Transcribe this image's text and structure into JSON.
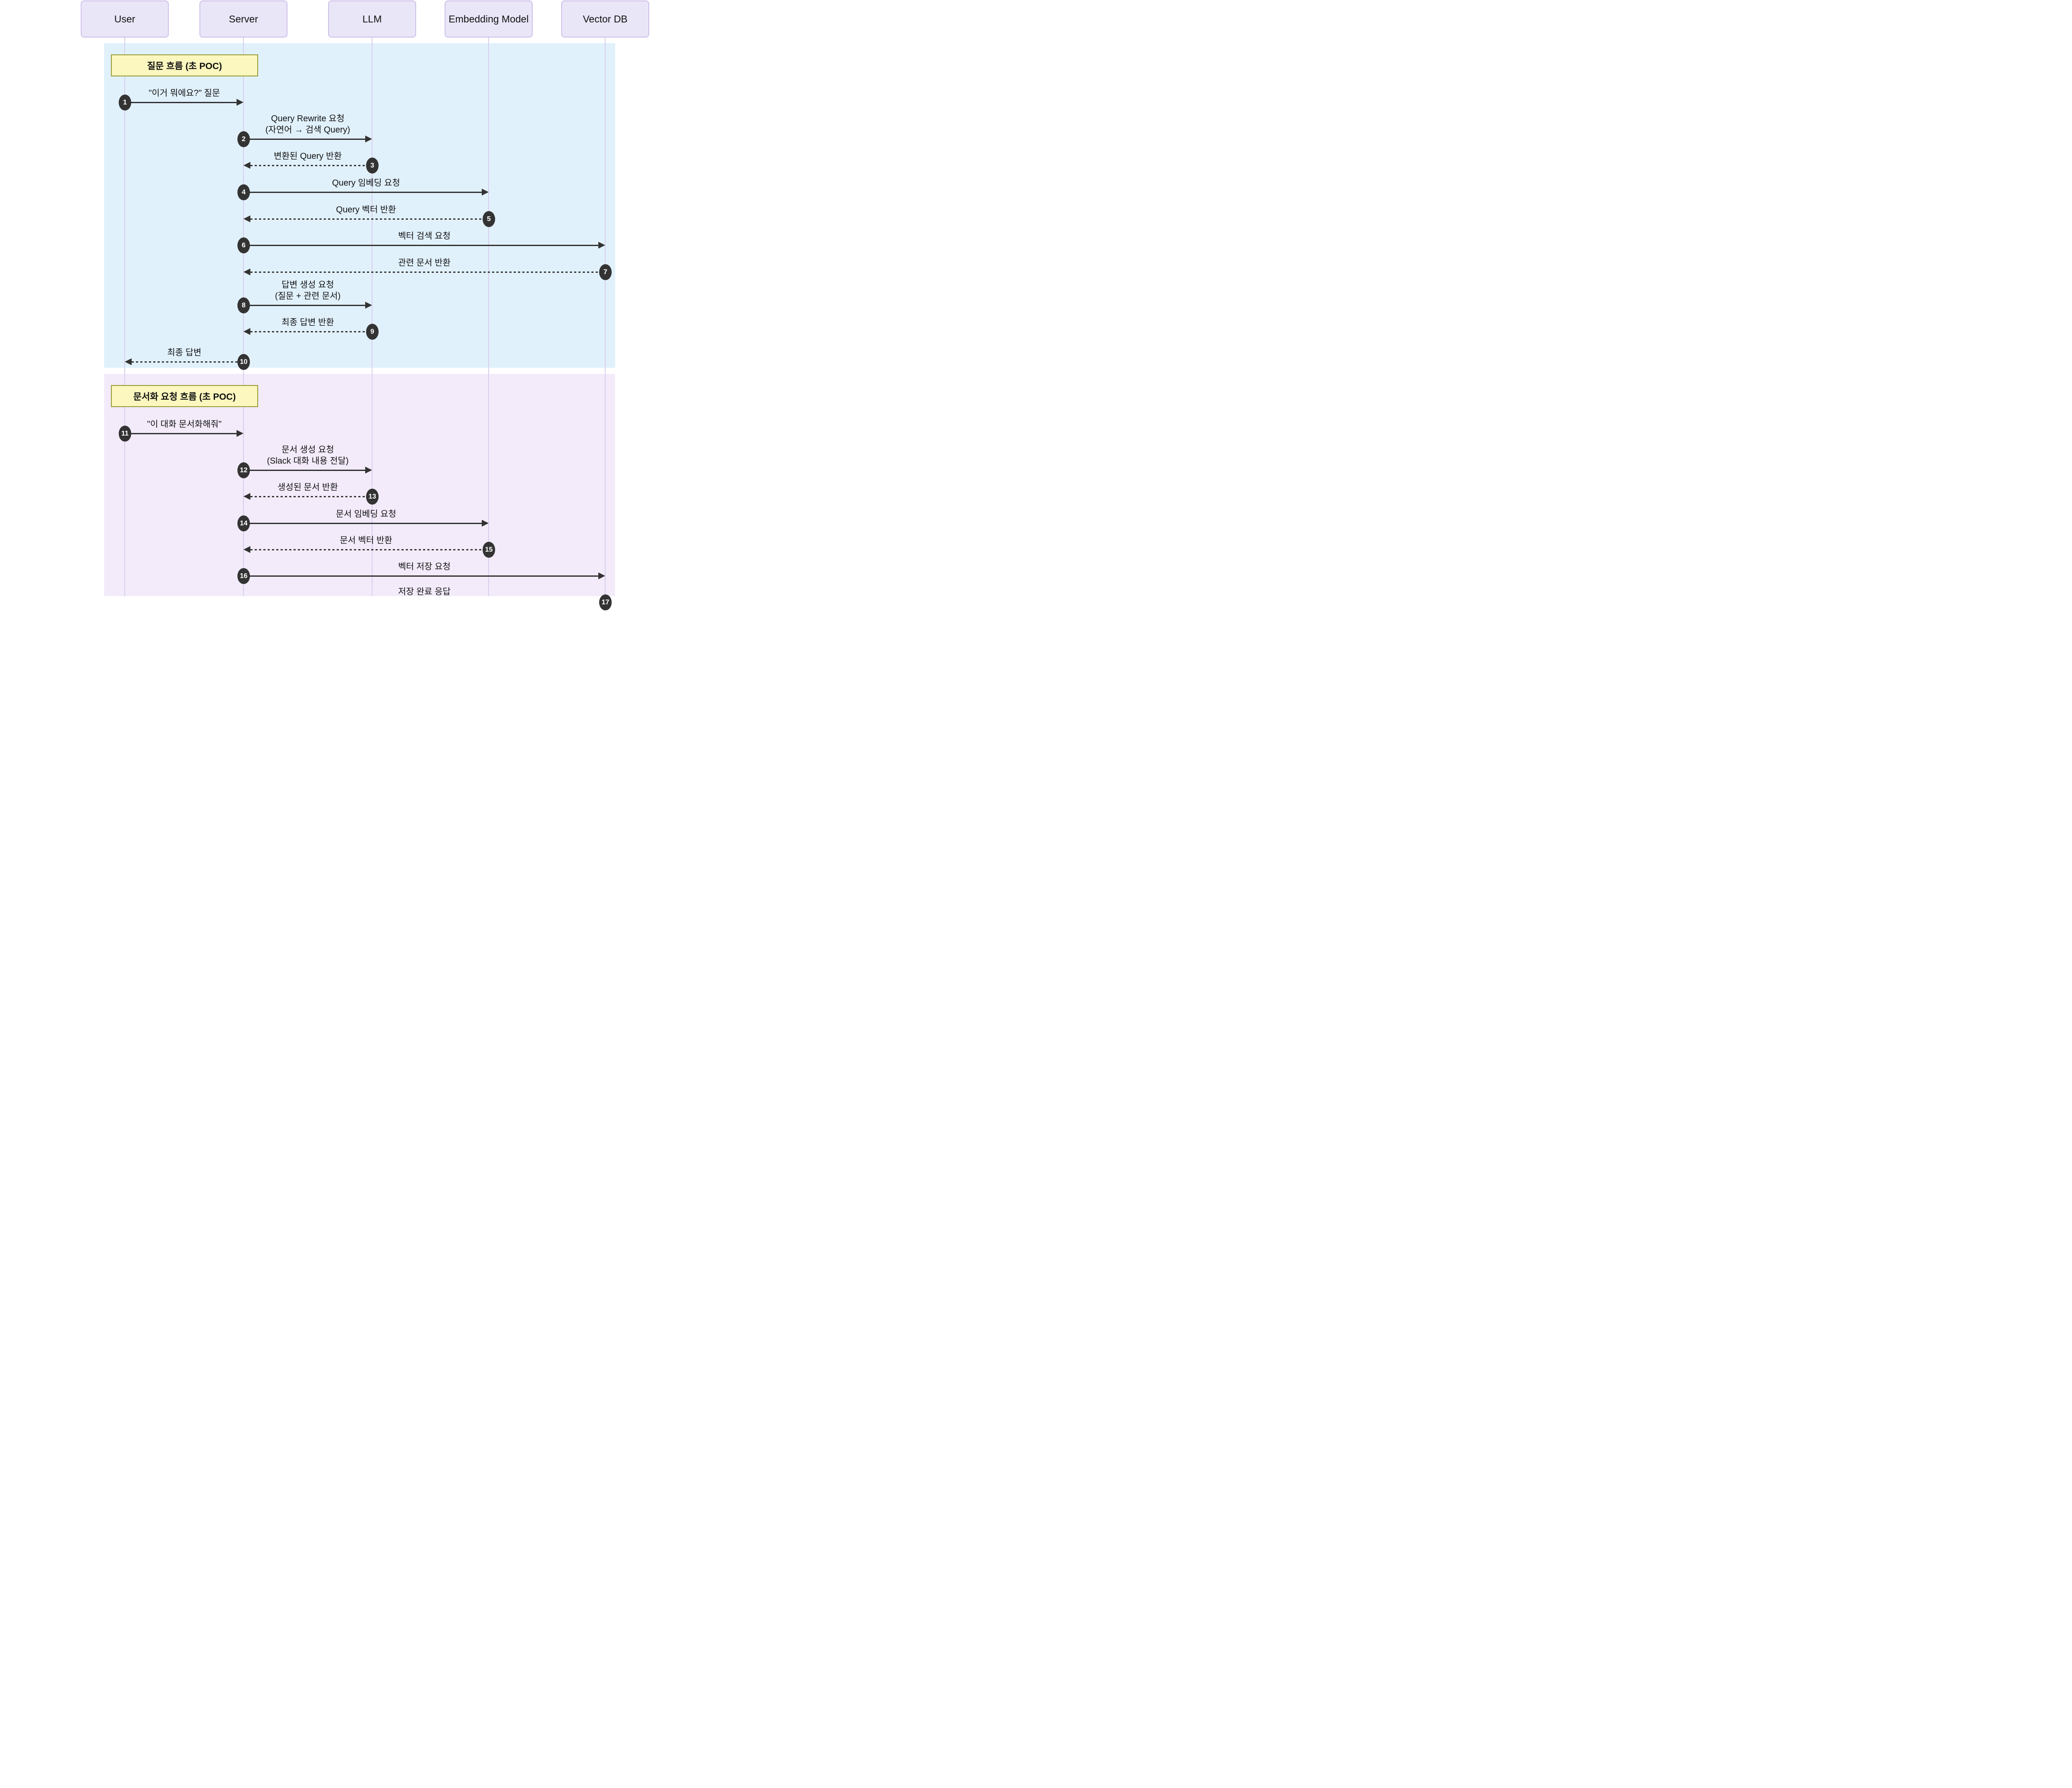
{
  "diagram_type": "sequence-diagram",
  "actors": [
    {
      "label": "User"
    },
    {
      "label": "Server"
    },
    {
      "label": "LLM"
    },
    {
      "label": "Embedding Model"
    },
    {
      "label": "Vector DB"
    }
  ],
  "sections": [
    {
      "title": "질문 흐름 (초 POC)",
      "background": "#e1f1fc"
    },
    {
      "title": "문서화 요청 흐름 (초 POC)",
      "background": "#f3ebfa"
    }
  ],
  "messages": [
    {
      "num": "1",
      "from": "User",
      "to": "Server",
      "line": "solid",
      "label": "\"이거 뭐에요?\" 질문"
    },
    {
      "num": "2",
      "from": "Server",
      "to": "LLM",
      "line": "solid",
      "label": "Query Rewrite 요청",
      "label2": "(자연어 → 검색 Query)"
    },
    {
      "num": "3",
      "from": "LLM",
      "to": "Server",
      "line": "dashed",
      "label": "변환된 Query 반환"
    },
    {
      "num": "4",
      "from": "Server",
      "to": "Embedding Model",
      "line": "solid",
      "label": "Query 임베딩 요청"
    },
    {
      "num": "5",
      "from": "Embedding Model",
      "to": "Server",
      "line": "dashed",
      "label": "Query 벡터 반환"
    },
    {
      "num": "6",
      "from": "Server",
      "to": "Vector DB",
      "line": "solid",
      "label": "벡터 검색 요청"
    },
    {
      "num": "7",
      "from": "Vector DB",
      "to": "Server",
      "line": "dashed",
      "label": "관련 문서 반환"
    },
    {
      "num": "8",
      "from": "Server",
      "to": "LLM",
      "line": "solid",
      "label": "답변 생성 요청",
      "label2": "(질문 + 관련 문서)"
    },
    {
      "num": "9",
      "from": "LLM",
      "to": "Server",
      "line": "dashed",
      "label": "최종 답변 반환"
    },
    {
      "num": "10",
      "from": "Server",
      "to": "User",
      "line": "dashed",
      "label": "최종 답변"
    },
    {
      "num": "11",
      "from": "User",
      "to": "Server",
      "line": "solid",
      "label": "\"이 대화 문서화해줘\""
    },
    {
      "num": "12",
      "from": "Server",
      "to": "LLM",
      "line": "solid",
      "label": "문서 생성 요청",
      "label2": "(Slack 대화 내용 전달)"
    },
    {
      "num": "13",
      "from": "LLM",
      "to": "Server",
      "line": "dashed",
      "label": "생성된 문서 반환"
    },
    {
      "num": "14",
      "from": "Server",
      "to": "Embedding Model",
      "line": "solid",
      "label": "문서 임베딩 요청"
    },
    {
      "num": "15",
      "from": "Embedding Model",
      "to": "Server",
      "line": "dashed",
      "label": "문서 벡터 반환"
    },
    {
      "num": "16",
      "from": "Server",
      "to": "Vector DB",
      "line": "solid",
      "label": "벡터 저장 요청"
    },
    {
      "num": "17",
      "from": "Vector DB",
      "to": "Server",
      "line": "dashed",
      "label": "저장 완료 응답"
    }
  ],
  "colors": {
    "actor_fill": "#e9e6f8",
    "actor_border": "#cfbfe8",
    "lifeline": "#d8ceec",
    "section_question": "#e1f1fc",
    "section_documentation": "#f3ebfa",
    "note_fill": "#fbf7be",
    "note_border": "#999a33",
    "arrow": "#333333",
    "number_badge": "#333333"
  }
}
